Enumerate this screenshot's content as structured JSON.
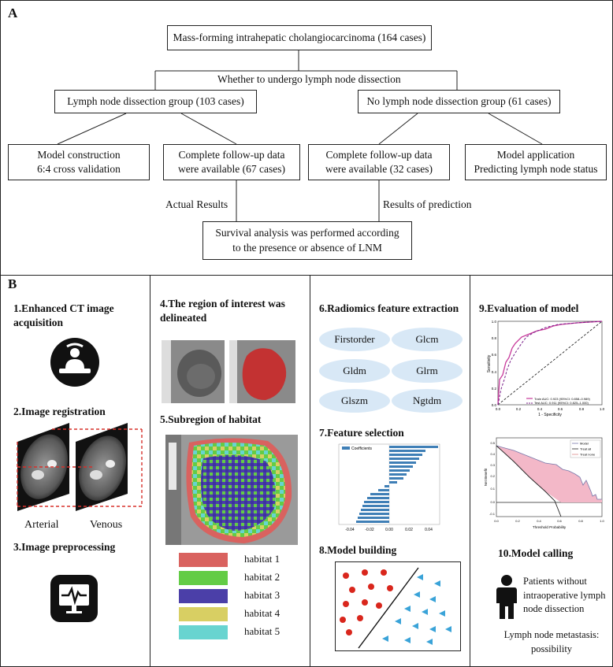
{
  "panel_a": {
    "label": "A",
    "top_box": "Mass-forming intrahepatic cholangiocarcinoma (164 cases)",
    "question": "Whether to undergo lymph node dissection",
    "dissection_group": "Lymph node dissection group (103 cases)",
    "no_dissection_group": "No lymph node dissection group (61 cases)",
    "model_construction": [
      "Model construction",
      "6:4 cross validation"
    ],
    "followup_left": [
      "Complete follow-up data",
      "were available (67 cases)"
    ],
    "followup_right": [
      "Complete follow-up data",
      "were available (32 cases)"
    ],
    "model_application": [
      "Model application",
      "Predicting lymph node status"
    ],
    "actual_results": "Actual Results",
    "results_prediction": "Results of prediction",
    "survival": [
      "Survival analysis was performed according",
      "to the presence or absence of LNM"
    ]
  },
  "panel_b": {
    "label": "B",
    "step1": [
      "1.Enhanced CT image",
      "acquisition"
    ],
    "step2": "2.Image registration",
    "arterial": "Arterial",
    "venous": "Venous",
    "step3": "3.Image preprocessing",
    "step4": [
      "4.The region of interest was",
      "delineated"
    ],
    "step5": "5.Subregion of habitat",
    "habitats": [
      {
        "label": "habitat 1",
        "color": "#d9625f"
      },
      {
        "label": "habitat 2",
        "color": "#63cc45"
      },
      {
        "label": "habitat 3",
        "color": "#4b3fa8"
      },
      {
        "label": "habitat 4",
        "color": "#d8cf63"
      },
      {
        "label": "habitat 5",
        "color": "#68d4d0"
      }
    ],
    "step6": "6.Radiomics feature extraction",
    "features": [
      "Firstorder",
      "Glcm",
      "Gldm",
      "Glrm",
      "Glszm",
      "Ngtdm"
    ],
    "step7": "7.Feature selection",
    "coef_legend": "Coefficients",
    "coef_ticks": [
      "-0.04",
      "-0.02",
      "0.00",
      "0.02",
      "0.04"
    ],
    "step8": "8.Model building",
    "step9": "9.Evaluation of model",
    "roc": {
      "ylabel": "Sensitivity",
      "xlabel": "1 - Specificity",
      "ticks": [
        "0.0",
        "0.2",
        "0.4",
        "0.6",
        "0.8",
        "1.0"
      ],
      "train_legend": "Train AUC: 0.923 (95%CI: 0.858–0.989)",
      "test_legend": "Test AUC: 0.911 (95%CI: 0.825–1.000)"
    },
    "dca": {
      "ylabel": "Net Benefit",
      "xlabel": "Threshold Probability",
      "legend": [
        "Model",
        "Treat all",
        "Treat none"
      ],
      "yticks": [
        "0.5",
        "0.4",
        "0.3",
        "0.2",
        "0.1",
        "0.0",
        "-0.1"
      ],
      "xticks": [
        "0.0",
        "0.2",
        "0.4",
        "0.6",
        "0.8",
        "1.0"
      ]
    },
    "step10": "10.Model calling",
    "patients": [
      "Patients without",
      "intraoperative lymph",
      "node dissection"
    ],
    "metastasis": [
      "Lymph node metastasis:",
      "possibility"
    ],
    "colors": {
      "accent_pink": "#c7389a",
      "ellipse": "#d8e8f6",
      "triangle": "#3aa3d8",
      "dot": "#d9261c"
    }
  }
}
